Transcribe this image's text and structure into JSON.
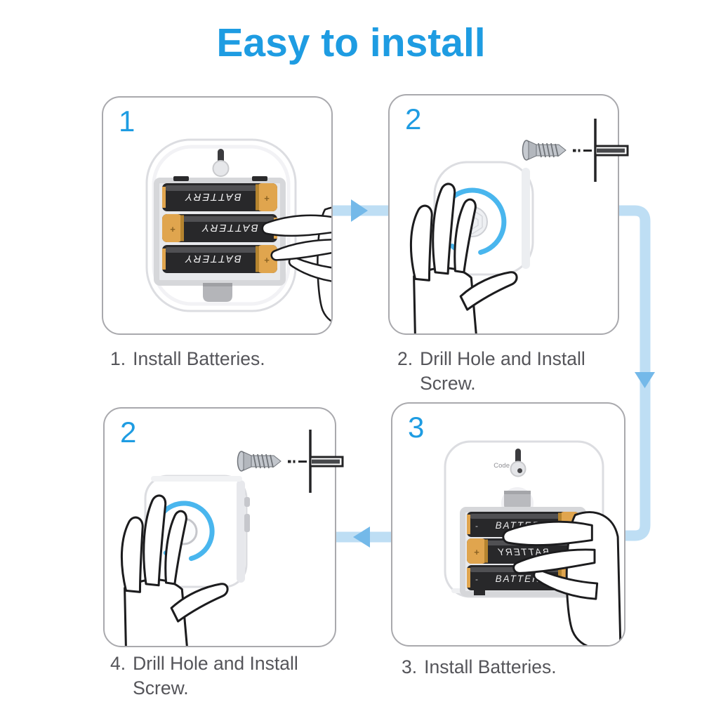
{
  "title": "Easy to install",
  "labels": {
    "battery": "BATTERY",
    "code": "Code",
    "plus": "+",
    "minus": "-"
  },
  "steps": [
    {
      "badge": "1",
      "num": "1.",
      "line1": "Install Batteries.",
      "line2": ""
    },
    {
      "badge": "2",
      "num": "2.",
      "line1": "Drill Hole and Install",
      "line2": "Screw."
    },
    {
      "badge": "3",
      "num": "3.",
      "line1": "Install Batteries.",
      "line2": ""
    },
    {
      "badge": "2",
      "num": "4.",
      "line1": "Drill Hole and Install",
      "line2": "Screw."
    }
  ],
  "colors": {
    "accent_blue": "#1e9ce2",
    "flow_arrow_fill": "#bedef4",
    "flow_arrowhead_fill": "#74b9e9",
    "device_ring_blue": "#49b6ee",
    "battery_orange": "#e0a54e",
    "battery_body": "#28282a",
    "caption_text": "#55555a",
    "panel_border": "#a9a9ad"
  }
}
